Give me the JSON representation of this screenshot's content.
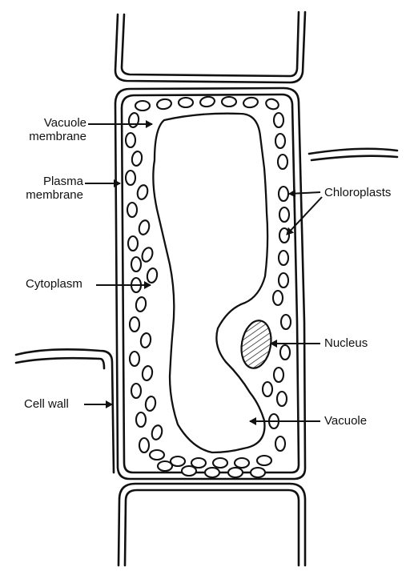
{
  "labels": {
    "vacuole_membrane": [
      "Vacuole",
      "membrane"
    ],
    "plasma_membrane": [
      "Plasma",
      "membrane"
    ],
    "cytoplasm": "Cytoplasm",
    "cell_wall": "Cell wall",
    "chloroplasts": "Chloroplasts",
    "nucleus": "Nucleus",
    "vacuole": "Vacuole"
  },
  "colors": {
    "line": "#111111",
    "background": "#ffffff"
  }
}
